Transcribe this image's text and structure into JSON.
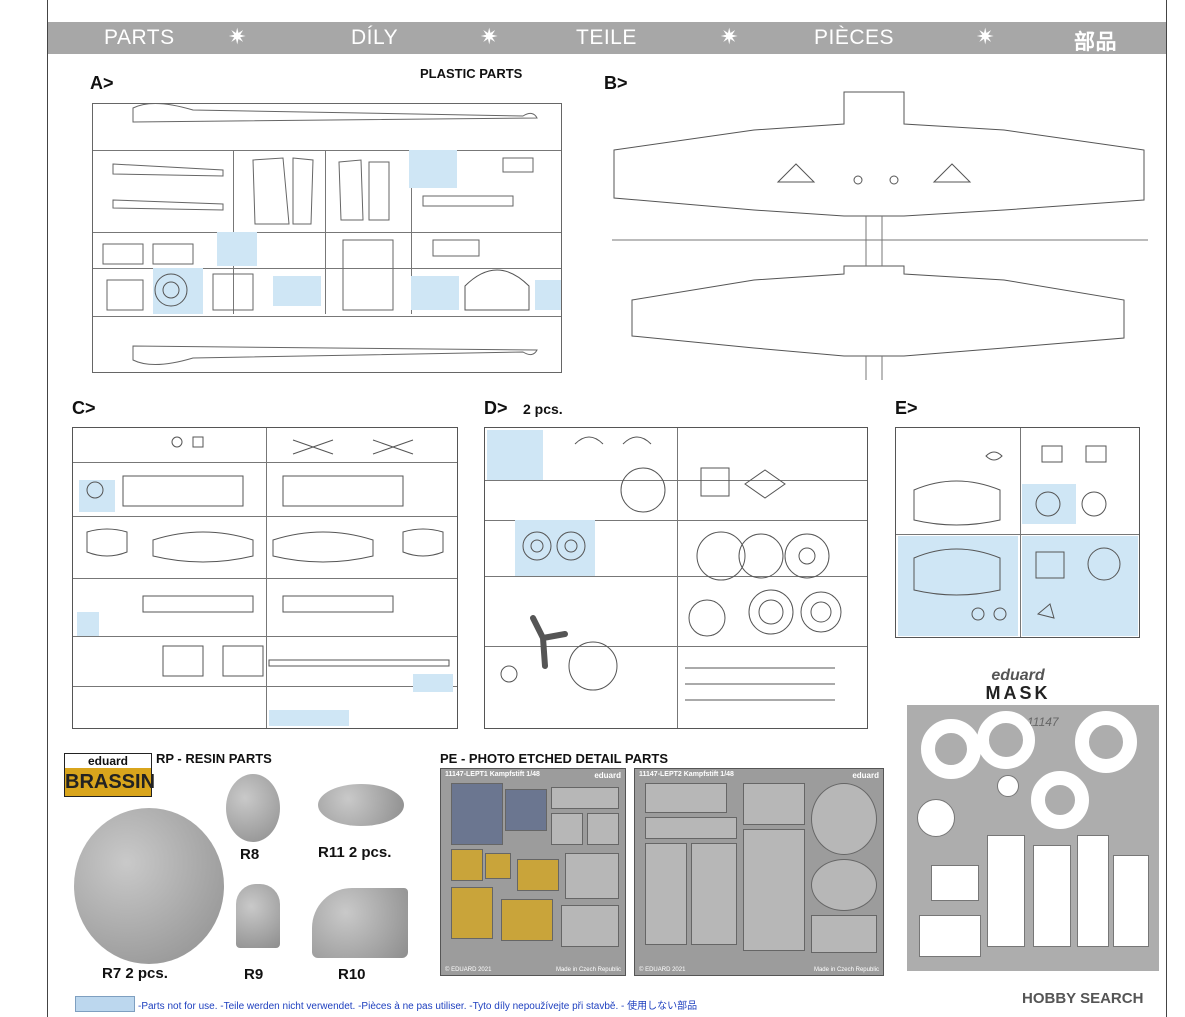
{
  "header": {
    "items": [
      "PARTS",
      "DÍLY",
      "TEILE",
      "PIÈCES",
      "部品"
    ],
    "separator": "✷"
  },
  "sections": {
    "a": {
      "label": "A>",
      "title": "PLASTIC PARTS"
    },
    "b": {
      "label": "B>"
    },
    "c": {
      "label": "C>"
    },
    "d": {
      "label": "D>",
      "qty": "2 pcs."
    },
    "e": {
      "label": "E>"
    }
  },
  "resin": {
    "logo_top": "eduard",
    "logo_bottom": "BRASSIN",
    "title": "RP - RESIN PARTS",
    "parts": [
      {
        "id": "r8",
        "label": "R8"
      },
      {
        "id": "r11",
        "label": "R11  2 pcs."
      },
      {
        "id": "r7",
        "label": "R7 2 pcs."
      },
      {
        "id": "r9",
        "label": "R9"
      },
      {
        "id": "r10",
        "label": "R10"
      }
    ]
  },
  "photo_etched": {
    "title": "PE - PHOTO ETCHED DETAIL PARTS",
    "sheet1": {
      "code": "11147-LEPT1  Kampfstift    1/48",
      "brand": "eduard",
      "copyright": "© EDUARD 2021",
      "made": "Made in Czech Republic"
    },
    "sheet2": {
      "code": "11147-LEPT2  Kampfstift    1/48",
      "brand": "eduard",
      "copyright": "© EDUARD 2021",
      "made": "Made in Czech Republic"
    }
  },
  "mask": {
    "logo_top": "eduard",
    "logo_bottom": "MASK",
    "number": "11147"
  },
  "legend": {
    "text": "-Parts not for use. -Teile werden nicht verwendet. -Pièces à ne pas utiliser. -Tyto díly nepoužívejte při stavbě. -  使用しない部品",
    "swatch_color": "#bcd7ee"
  },
  "watermark": "HOBBY SEARCH",
  "colors": {
    "header_bg": "#a7a7a7",
    "unused_highlight": "#cfe6f5",
    "brassin_gold": "#d9a51c"
  }
}
